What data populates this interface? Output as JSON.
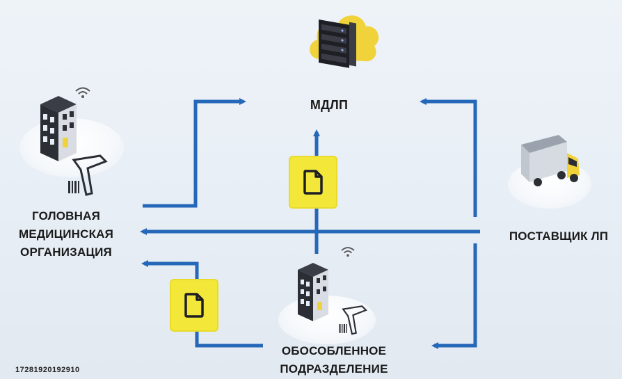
{
  "nodes": {
    "mdlp": {
      "label": "МДЛП"
    },
    "head_org": {
      "line1": "ГОЛОВНАЯ",
      "line2": "МЕДИЦИНСКАЯ",
      "line3": "ОРГАНИЗАЦИЯ"
    },
    "supplier": {
      "label": "ПОСТАВЩИК ЛП"
    },
    "branch": {
      "line1": "ОБОСОБЛЕННОЕ",
      "line2": "ПОДРАЗДЕЛЕНИЕ"
    }
  },
  "footer": {
    "serial": "17281920192910"
  },
  "colors": {
    "arrow": "#2567b8",
    "doc": "#f3e73a",
    "cloud": "#f0d23a",
    "server": "#1d1f24"
  },
  "icons": [
    "cloud-server-icon",
    "building-icon",
    "scanner-icon",
    "barcode-icon",
    "wifi-icon",
    "truck-icon",
    "document-icon"
  ]
}
